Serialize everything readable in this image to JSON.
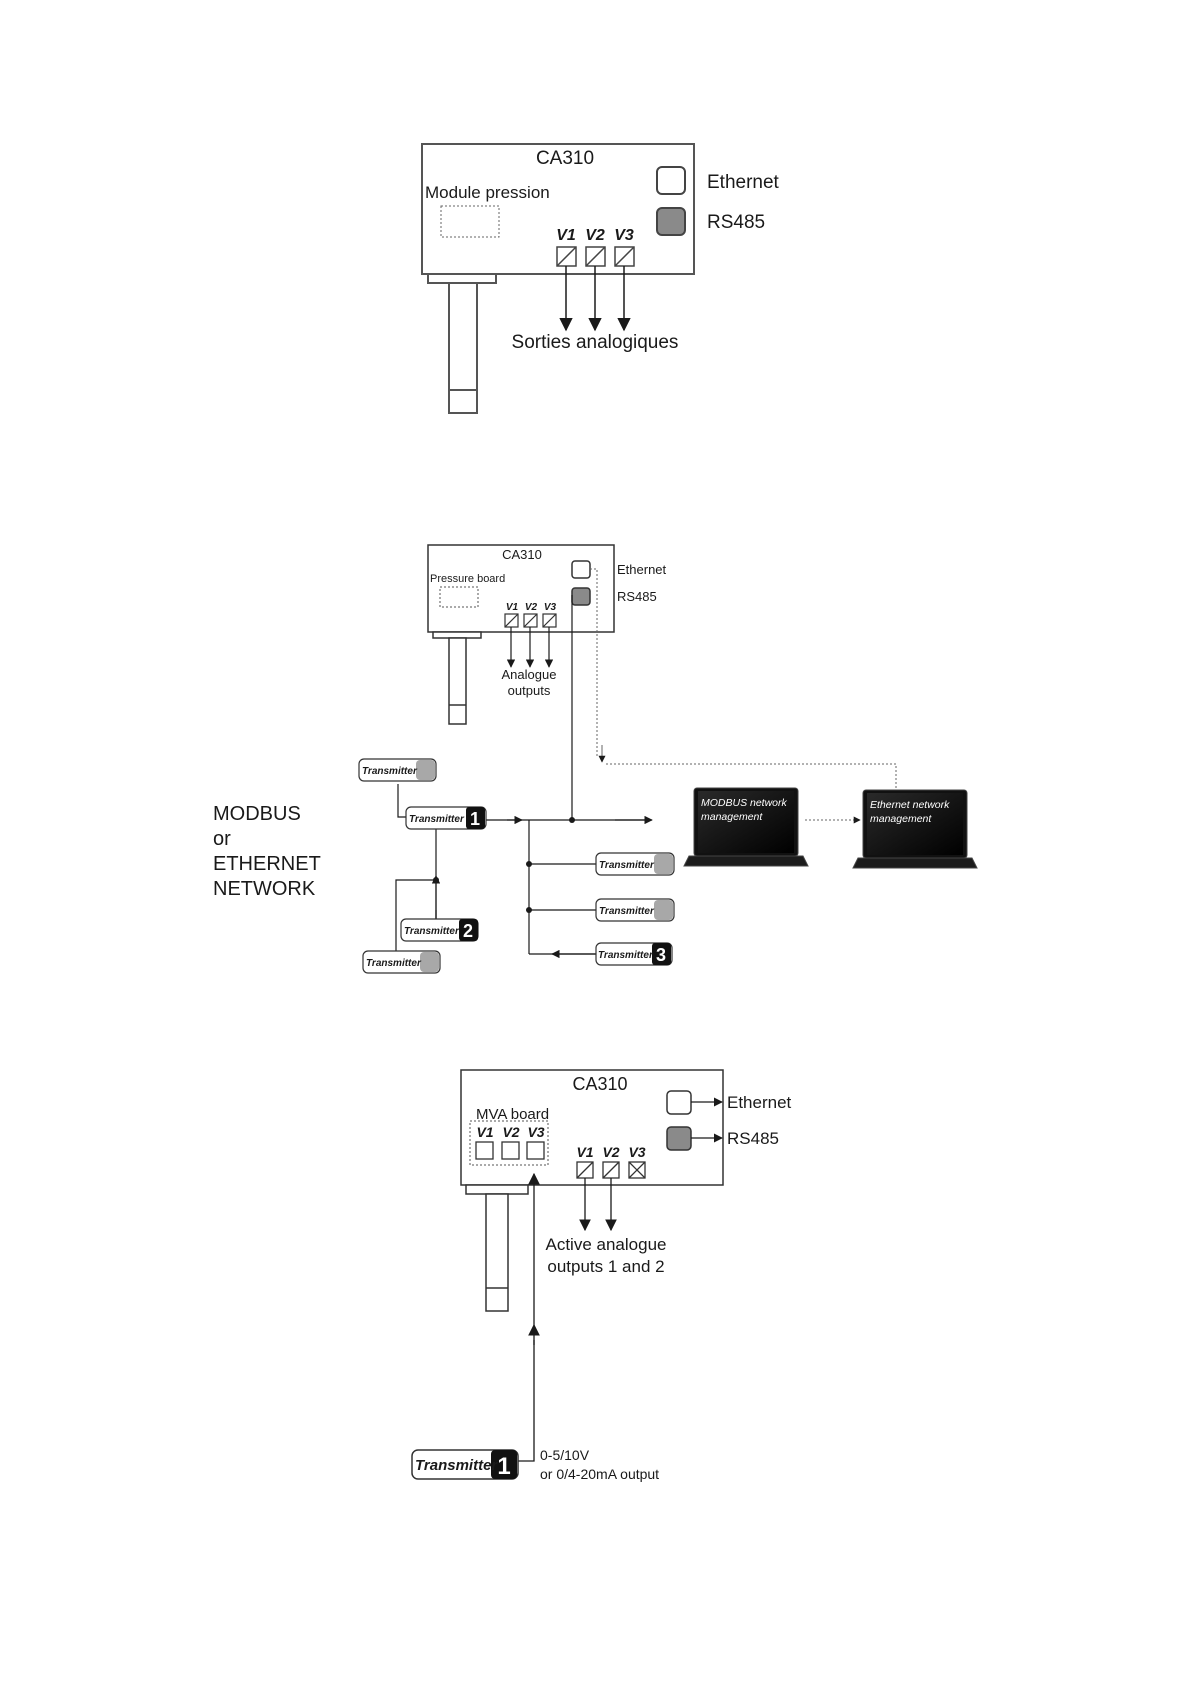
{
  "diagram1": {
    "device": "CA310",
    "module": "Module pression",
    "port1": "Ethernet",
    "port2": "RS485",
    "v1": "V1",
    "v2": "V2",
    "v3": "V3",
    "outputs": "Sorties analogiques"
  },
  "diagram2": {
    "device": "CA310",
    "board": "Pressure board",
    "port1": "Ethernet",
    "port2": "RS485",
    "v1": "V1",
    "v2": "V2",
    "v3": "V3",
    "outputs_line1": "Analogue",
    "outputs_line2": "outputs",
    "network_line1": "MODBUS",
    "network_line2": "or",
    "network_line3": "ETHERNET",
    "network_line4": "NETWORK",
    "transmitter": "Transmitter",
    "badge1": "1",
    "badge2": "2",
    "badge3": "3",
    "modbus_mgmt_line1": "MODBUS network",
    "modbus_mgmt_line2": "management",
    "eth_mgmt_line1": "Ethernet network",
    "eth_mgmt_line2": "management"
  },
  "diagram3": {
    "device": "CA310",
    "board": "MVA board",
    "port1": "Ethernet",
    "port2": "RS485",
    "v1": "V1",
    "v2": "V2",
    "v3": "V3",
    "outputs_line1": "Active analogue",
    "outputs_line2": "outputs 1 and 2",
    "transmitter": "Transmitter",
    "badge": "1",
    "signal_line1": "0-5/10V",
    "signal_line2": "or 0/4-20mA output"
  }
}
